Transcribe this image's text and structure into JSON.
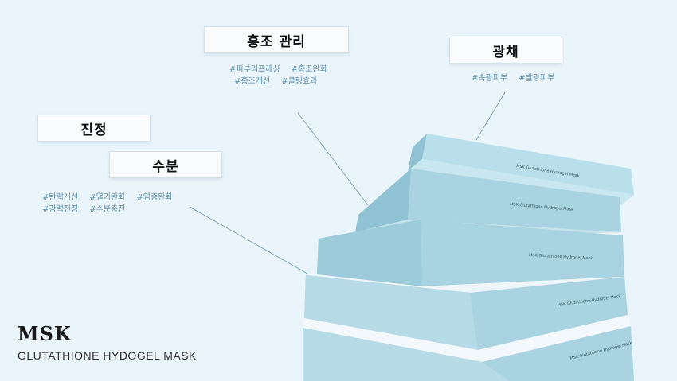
{
  "labels": {
    "redness": "홍조 관리",
    "radiance": "광채",
    "soothing": "진정",
    "moisture": "수분"
  },
  "tags": {
    "redness_line1": [
      "#피부리프레싱",
      "#홍조완화"
    ],
    "redness_line2": [
      "#홍조개선",
      "#쿨링효과"
    ],
    "radiance_line1": [
      "#속광피부",
      "#발광피부"
    ],
    "moisture_line1": [
      "#탄력개선",
      "#열기완화",
      "#염증완화"
    ],
    "moisture_line2": [
      "#강력진정",
      "#수분충전"
    ]
  },
  "brand": {
    "logo": "MSK",
    "product": "GLUTATHIONE HYDOGEL MASK",
    "box_print": "MSK Glutathione Hydrogel Mask"
  },
  "colors": {
    "background": "#e9f4fb",
    "box": "#a9d3e0",
    "tag_text": "#5d8ea8"
  }
}
